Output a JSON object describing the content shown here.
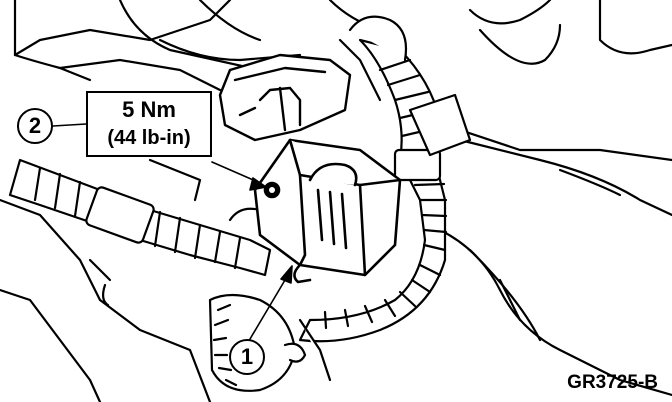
{
  "callouts": {
    "item_1": "1",
    "item_2": "2"
  },
  "torque": {
    "metric": "5 Nm",
    "imperial": "(44 lb-in)"
  },
  "figure_id": "GR3725-B",
  "colors": {
    "ink": "#000000",
    "paper": "#ffffff"
  }
}
